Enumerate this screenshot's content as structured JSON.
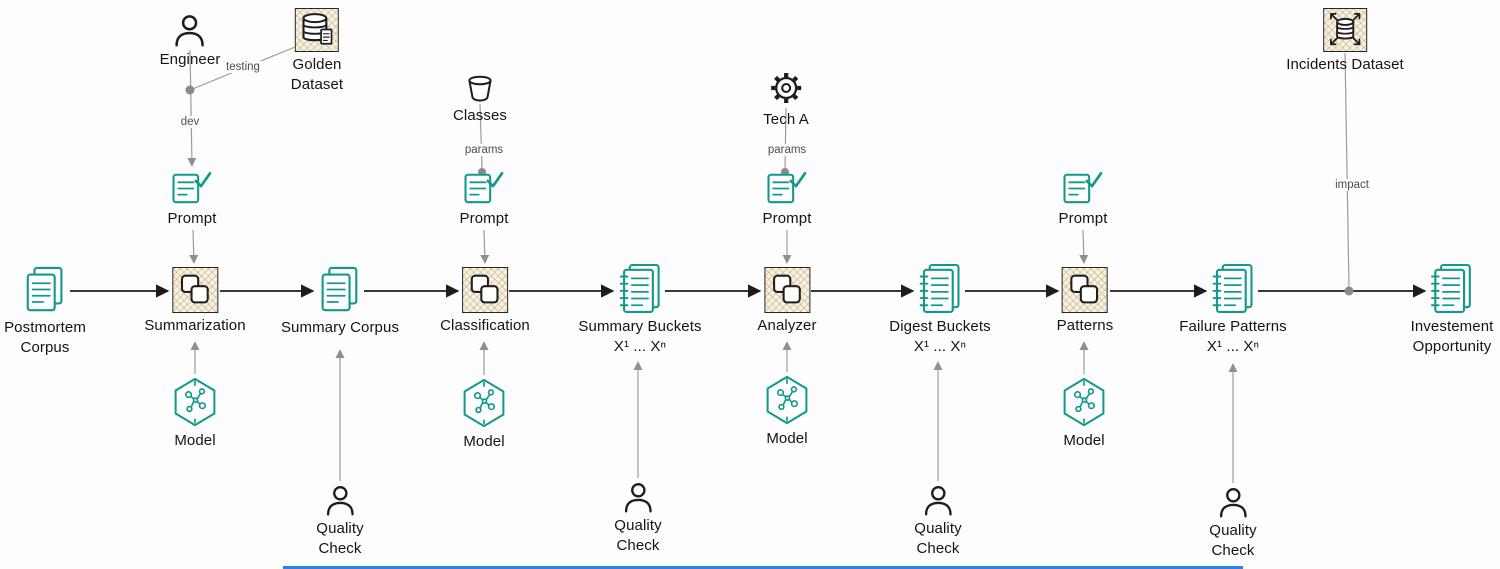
{
  "colors": {
    "accent_teal": "#12998b",
    "icon_ink": "#1d1d1d",
    "process_box_fill": "#f8f1e0",
    "edge_gray": "#9a9a9a",
    "junction_dot": "#8a8a8a",
    "bottom_line_blue": "#2f80ed"
  },
  "edge_labels": {
    "testing": "testing",
    "dev": "dev",
    "params_classification": "params",
    "params_analyzer": "params",
    "impact": "impact"
  },
  "nodes": {
    "engineer": {
      "label": "Engineer",
      "icon": "person-icon"
    },
    "golden_dataset": {
      "label": "Golden\nDataset",
      "icon": "golden-dataset-icon"
    },
    "prompt_summarization": {
      "label": "Prompt",
      "icon": "prompt-icon"
    },
    "classes": {
      "label": "Classes",
      "icon": "bucket-icon"
    },
    "prompt_classification": {
      "label": "Prompt",
      "icon": "prompt-icon"
    },
    "tech_a": {
      "label": "Tech A",
      "icon": "gear-icon"
    },
    "prompt_analyzer": {
      "label": "Prompt",
      "icon": "prompt-icon"
    },
    "prompt_patterns": {
      "label": "Prompt",
      "icon": "prompt-icon"
    },
    "incidents_dataset": {
      "label": "Incidents Dataset",
      "icon": "dataset-expand-icon"
    },
    "postmortem_corpus": {
      "label": "Postmortem\nCorpus",
      "icon": "documents-icon"
    },
    "summarization": {
      "label": "Summarization",
      "icon": "process-icon"
    },
    "summary_corpus": {
      "label": "Summary Corpus",
      "icon": "documents-icon"
    },
    "classification": {
      "label": "Classification",
      "icon": "process-icon"
    },
    "summary_buckets": {
      "label": "Summary Buckets\nX¹ ... Xⁿ",
      "icon": "notebook-icon"
    },
    "analyzer": {
      "label": "Analyzer",
      "icon": "process-icon"
    },
    "digest_buckets": {
      "label": "Digest Buckets\nX¹ ... Xⁿ",
      "icon": "notebook-icon"
    },
    "patterns": {
      "label": "Patterns",
      "icon": "process-icon"
    },
    "failure_patterns": {
      "label": "Failure Patterns\nX¹ ... Xⁿ",
      "icon": "notebook-icon"
    },
    "investement_opportunity": {
      "label": "Investement\nOpportunity",
      "icon": "notebook-icon"
    },
    "model_summarization": {
      "label": "Model",
      "icon": "model-icon"
    },
    "model_classification": {
      "label": "Model",
      "icon": "model-icon"
    },
    "model_analyzer": {
      "label": "Model",
      "icon": "model-icon"
    },
    "model_patterns": {
      "label": "Model",
      "icon": "model-icon"
    },
    "qc_summary_corpus": {
      "label": "Quality\nCheck",
      "icon": "person-icon"
    },
    "qc_summary_buckets": {
      "label": "Quality\nCheck",
      "icon": "person-icon"
    },
    "qc_digest_buckets": {
      "label": "Quality\nCheck",
      "icon": "person-icon"
    },
    "qc_failure_patterns": {
      "label": "Quality\nCheck",
      "icon": "person-icon"
    }
  }
}
